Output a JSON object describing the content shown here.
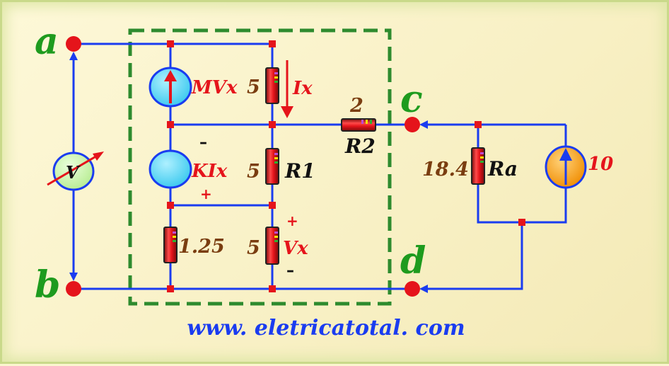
{
  "nodes": {
    "a": "a",
    "b": "b",
    "c": "c",
    "d": "d"
  },
  "sources": {
    "dep_voltage": "MVx",
    "dep_current": "KIx",
    "current_source_value": "10",
    "voltmeter": "V"
  },
  "resistors": {
    "top_middle_value": "5",
    "r1_value": "5",
    "r1_name": "R1",
    "vx_value": "5",
    "left_bottom_value": "1.25",
    "r2_value": "2",
    "r2_name": "R2",
    "ra_value": "18.4",
    "ra_name": "Ra"
  },
  "annotations": {
    "ix": "Ix",
    "vx": "Vx",
    "kix_minus": "–",
    "kix_plus": "+",
    "vx_plus": "+",
    "vx_minus": "–"
  },
  "footer": {
    "url": "www. eletricatotal. com"
  },
  "colors": {
    "wire": "#1a3cf0",
    "node": "#e5141b",
    "junction": "#e5141b",
    "dashed_box": "#2e8b2e",
    "source_fill": "#5ed6f5",
    "current_source_fill": "#f39c12",
    "voltmeter_fill": "#c8f5a8",
    "resistor_fill": "#e5141b"
  }
}
